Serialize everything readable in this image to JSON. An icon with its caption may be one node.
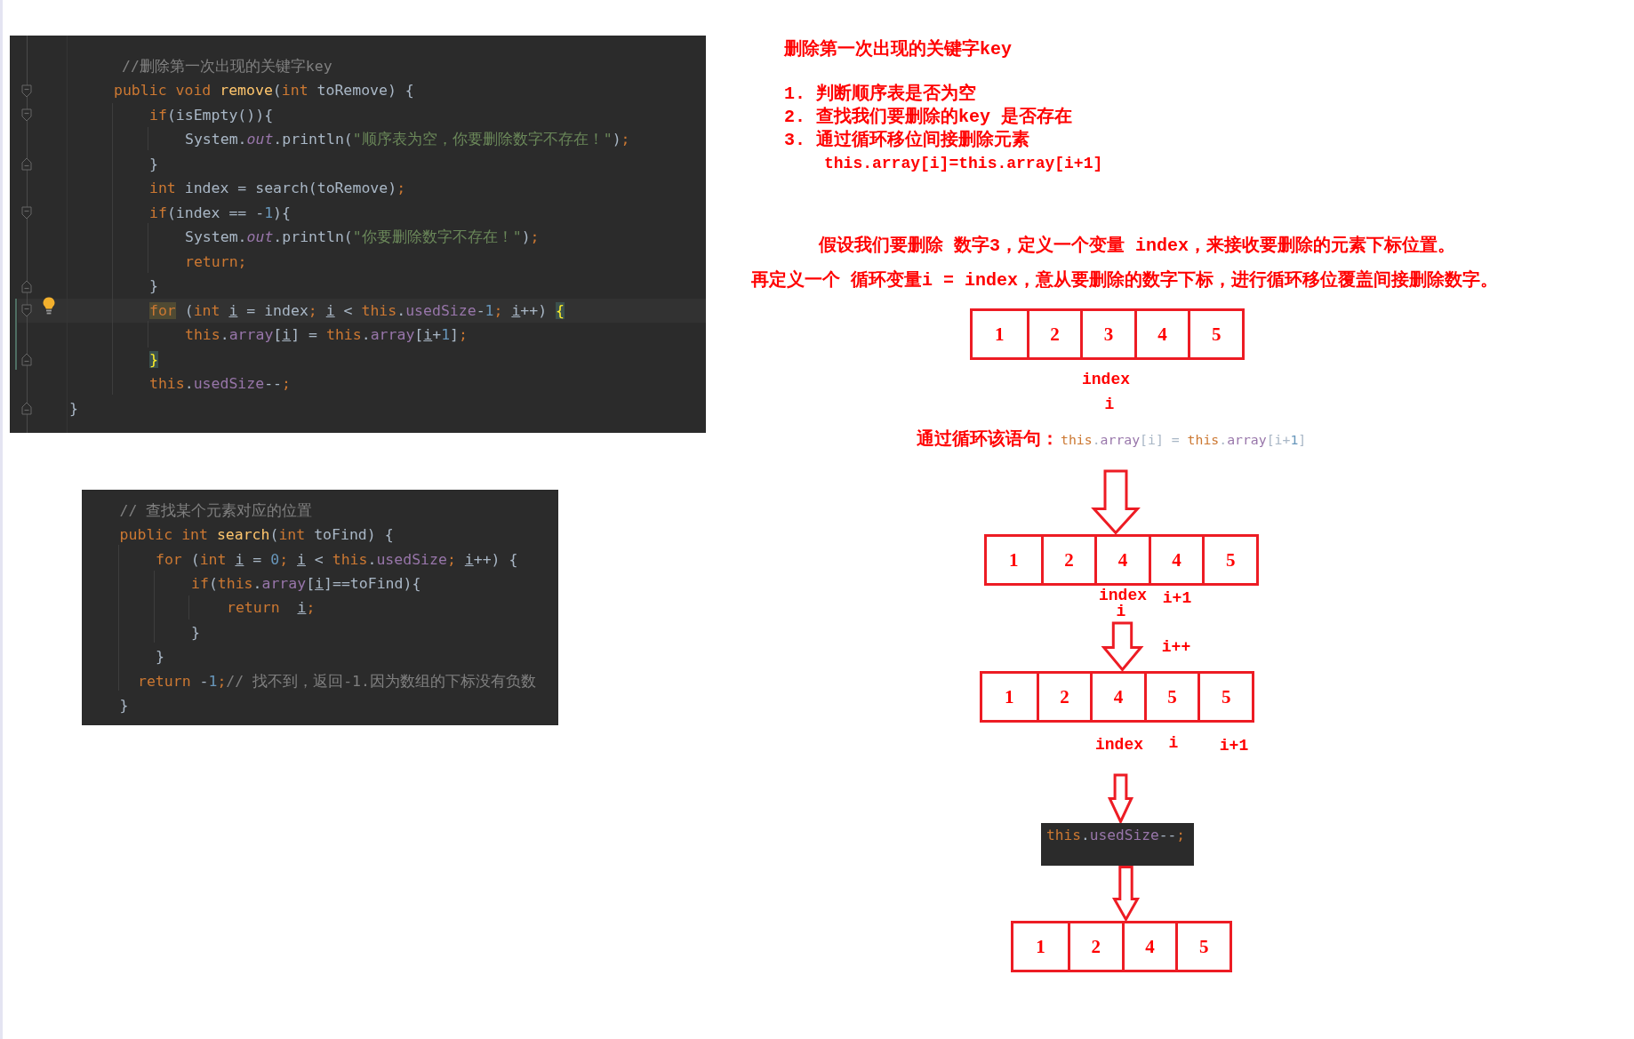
{
  "diagram": {
    "title": "删除第一次出现的关键字key",
    "nodes": [
      {
        "text": [
          "//删除第一次出现的关键字key",
          "public void remove(int toRemove) {",
          "if(isEmpty()){",
          "System.out.println(\"顺序表为空，你要删除数字不存在！\");",
          "}",
          "int index = search(toRemove);",
          "if(index == -1){",
          "System.out.println(\"你要删除数字不存在！\");",
          "return;",
          "}",
          "for (int i = index; i < this.usedSize-1; i++) {",
          "this.array[i] = this.array[i+1];",
          "}",
          "this.usedSize--;",
          "}"
        ]
      },
      {
        "text": [
          "// 查找某个元素对应的位置",
          "public int search(int toFind) {",
          "for (int i = 0; i < this.usedSize; i++) {",
          "if(this.array[i]==toFind){",
          "return  i;",
          "}",
          "}",
          "return -1;// 找不到，返回-1.因为数组的下标没有负数",
          "}"
        ]
      },
      {
        "text": [],
        "shape": "box"
      },
      {
        "text": [
          "1"
        ],
        "in": 2
      },
      {
        "text": [
          "2"
        ],
        "in": 2
      },
      {
        "text": [
          "3"
        ],
        "in": 2,
        "beside": [
          "index",
          "i"
        ]
      },
      {
        "text": [
          "4"
        ],
        "in": 2
      },
      {
        "text": [
          "5"
        ],
        "in": 2
      },
      {
        "text": [],
        "shape": "box"
      },
      {
        "text": [
          "1"
        ],
        "in": 8
      },
      {
        "text": [
          "2"
        ],
        "in": 8
      },
      {
        "text": [
          "4"
        ],
        "in": 8,
        "beside": [
          "index",
          "i"
        ]
      },
      {
        "text": [
          "4"
        ],
        "in": 8,
        "beside": [
          "i+1"
        ]
      },
      {
        "text": [
          "5"
        ],
        "in": 8
      },
      {
        "text": [],
        "shape": "box"
      },
      {
        "text": [
          "1"
        ],
        "in": 14
      },
      {
        "text": [
          "2"
        ],
        "in": 14
      },
      {
        "text": [
          "4"
        ],
        "in": 14,
        "beside": [
          "index"
        ]
      },
      {
        "text": [
          "5"
        ],
        "in": 14,
        "beside": [
          "i"
        ]
      },
      {
        "text": [
          "5"
        ],
        "in": 14,
        "beside": [
          "i+1"
        ]
      },
      {
        "text": [
          "this.usedSize--;"
        ]
      },
      {
        "text": [],
        "shape": "box"
      },
      {
        "text": [
          "1"
        ],
        "in": 21
      },
      {
        "text": [
          "2"
        ],
        "in": 21
      },
      {
        "text": [
          "4"
        ],
        "in": 21
      },
      {
        "text": [
          "5"
        ],
        "in": 21
      }
    ],
    "edges": [
      {
        "from": null,
        "to": 8,
        "arrow": "to"
      },
      {
        "from": null,
        "to": 14,
        "arrow": "to",
        "label": "i++"
      },
      {
        "from": null,
        "to": 20,
        "arrow": "to"
      },
      {
        "from": 20,
        "to": 21,
        "arrow": "to"
      }
    ],
    "labels": [
      "1. 判断顺序表是否为空",
      "2. 查找我们要删除的key 是否存在",
      "3. 通过循环移位间接删除元素",
      "this.array[i]=this.array[i+1]",
      "假设我们要删除 数字3，定义一个变量 index，来接收要删除的元素下标位置。",
      "再定义一个 循环变量i = index，意从要删除的数字下标，进行循环移位覆盖间接删除数字。",
      "通过循环该语句：",
      "this.array[i] = this.array[i+1]"
    ]
  }
}
